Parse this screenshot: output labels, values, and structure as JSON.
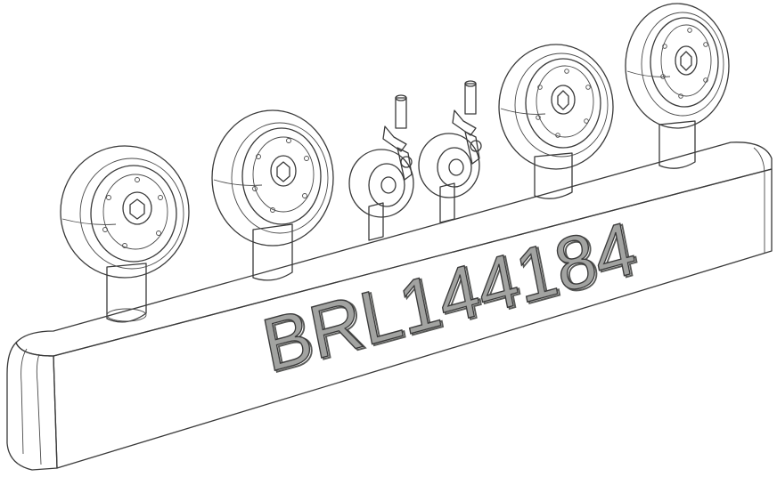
{
  "sprue_label": "BRL144184",
  "colors": {
    "resin_light": "#b9bab8",
    "resin_mid": "#9c9d9b",
    "resin_dark": "#6f706e",
    "edge": "#3a3a3a",
    "background": "#ffffff"
  },
  "parts": [
    {
      "name": "main-wheel-1",
      "kind": "main"
    },
    {
      "name": "main-wheel-2",
      "kind": "main"
    },
    {
      "name": "tail-wheel-1",
      "kind": "tail"
    },
    {
      "name": "tail-wheel-2",
      "kind": "tail"
    },
    {
      "name": "main-wheel-3",
      "kind": "main"
    },
    {
      "name": "main-wheel-4",
      "kind": "main"
    }
  ]
}
